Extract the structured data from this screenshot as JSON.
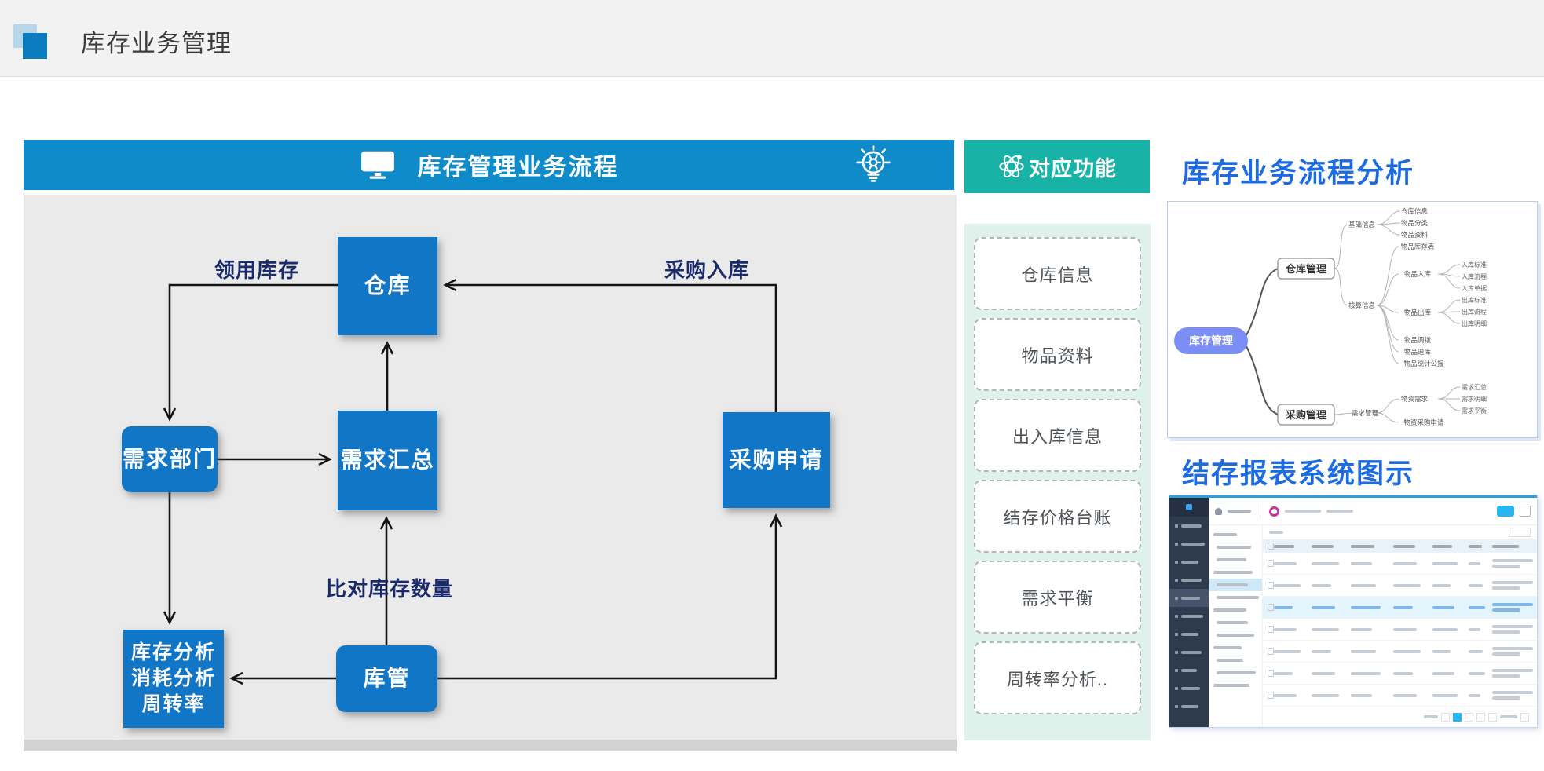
{
  "header": {
    "title": "库存业务管理"
  },
  "flow": {
    "banner": {
      "title": "库存管理业务流程"
    },
    "nodes": {
      "warehouse": "仓库",
      "demand_dept": "需求部门",
      "demand_summary": "需求汇总",
      "purchase_request": "采购申请",
      "analysis": "库存分析\n消耗分析\n周转率",
      "keeper": "库管"
    },
    "edges": {
      "requisition": "领用库存",
      "purchase_in": "采购入库",
      "compare": "比对库存数量"
    }
  },
  "functions": {
    "header": "对应功能",
    "items": [
      "仓库信息",
      "物品资料",
      "出入库信息",
      "结存价格台账",
      "需求平衡",
      "周转率分析.."
    ]
  },
  "right": {
    "analysis_title": "库存业务流程分析",
    "report_title": "结存报表系统图示"
  },
  "mindmap": {
    "root": "库存管理",
    "branch1": "仓库管理",
    "branch2": "采购管理",
    "groups": [
      "基础信息",
      "核算信息",
      "需求管理"
    ],
    "basic": [
      "仓库信息",
      "物品分类",
      "物品资料"
    ],
    "ops": [
      "物品库存表",
      "物品入库",
      "物品出库",
      "物品调拨",
      "物品退库",
      "物品统计公报"
    ],
    "inbound": [
      "入库标准",
      "入库流程",
      "入库单据"
    ],
    "outbound": [
      "出库标准",
      "出库流程",
      "出库明细"
    ],
    "demand": [
      "物资需求",
      "物资采购申请"
    ],
    "demand_sub": [
      "需求汇总",
      "需求明细",
      "需求平衡"
    ]
  },
  "colors": {
    "banner_blue": "#0f8bca",
    "node_blue": "#1176c6",
    "teal": "#19b2a7",
    "mint": "#def1ea",
    "label_navy": "#1a2a6b",
    "title_blue": "#1d6be0"
  }
}
